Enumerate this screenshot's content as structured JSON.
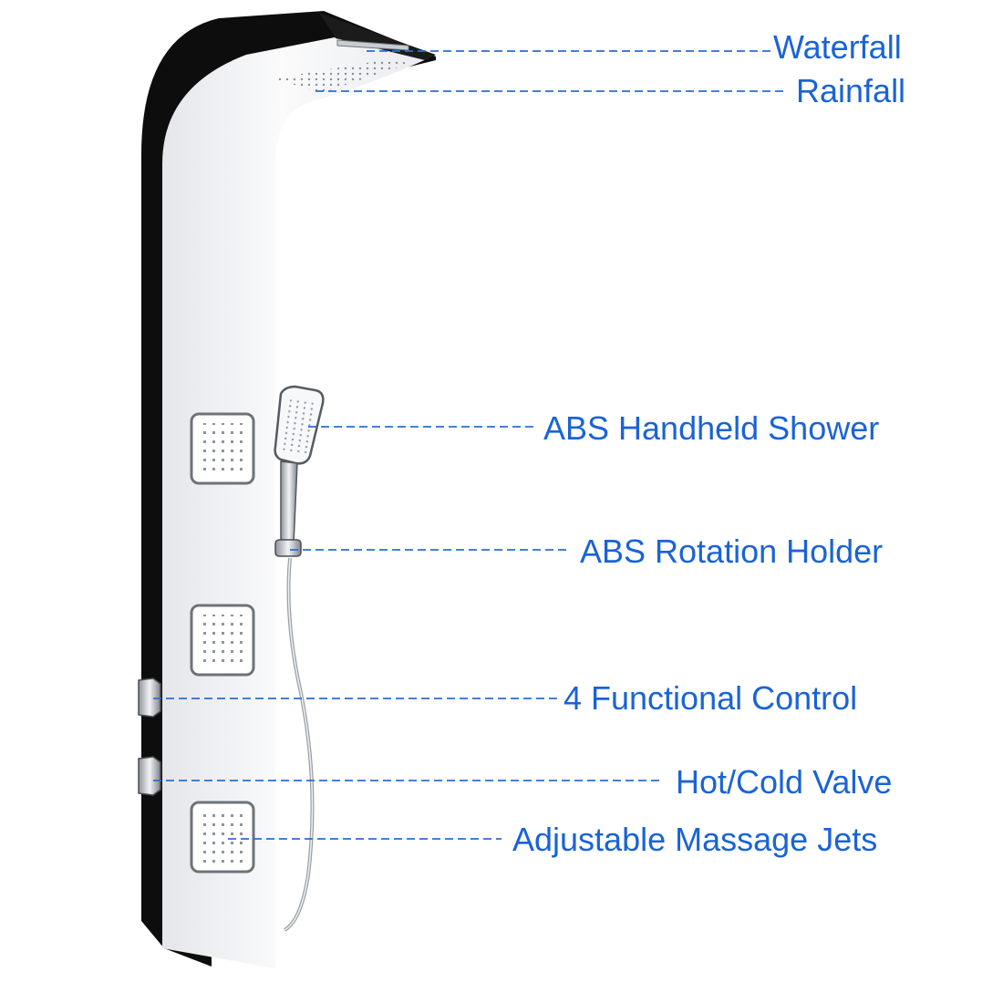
{
  "colors": {
    "label": "#1a63d6",
    "leader_line": "#2b6fd0",
    "panel_front": "#f3f4f6",
    "panel_back": "#0d0d0d",
    "chrome": "#b9bec4"
  },
  "callouts": [
    {
      "id": "waterfall",
      "label": "Waterfall"
    },
    {
      "id": "rainfall",
      "label": "Rainfall"
    },
    {
      "id": "handheld",
      "label": "ABS Handheld Shower"
    },
    {
      "id": "holder",
      "label": "ABS Rotation Holder"
    },
    {
      "id": "control",
      "label": "4 Functional Control"
    },
    {
      "id": "valve",
      "label": "Hot/Cold Valve"
    },
    {
      "id": "jets",
      "label": "Adjustable Massage Jets"
    }
  ],
  "icons": {
    "panel": "shower-panel-icon",
    "handheld": "handheld-shower-icon",
    "jet": "massage-jet-icon"
  }
}
